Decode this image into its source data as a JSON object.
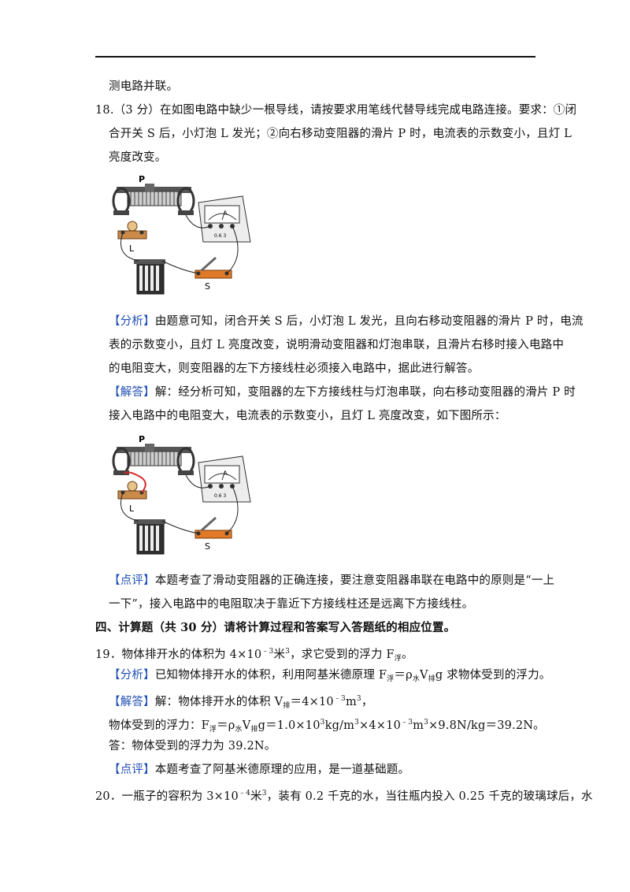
{
  "page": {
    "l1": "测电路并联。",
    "q18": {
      "line1": "18.（3 分）在如图电路中缺少一根导线，请按要求用笔线代替导线完成电路连接。要求：①闭",
      "line2": "合开关 S 后，小灯泡 L 发光；②向右移动变阻器的滑片 P 时，电流表的示数变小，且灯 L",
      "line3": "亮度改变。"
    },
    "fig_labels": {
      "P": "P",
      "L": "L",
      "S": "S",
      "A": "A",
      "scale": "0.6  3"
    },
    "analysis18": {
      "tag": "【分析】",
      "line1": "由题意可知，闭合开关 S 后，小灯泡 L 发光，且向右移动变阻器的滑片 P 时，电流",
      "line2": "表的示数变小，且灯 L 亮度改变，说明滑动变阻器和灯泡串联，且滑片右移时接入电路中",
      "line3": "的电阻变大，则变阻器的左下方接线柱必须接入电路中，据此进行解答。"
    },
    "answer18": {
      "tag": "【解答】",
      "line1": "解：经分析可知，变阻器的左下方接线柱与灯泡串联，向右移动变阻器的滑片 P 时",
      "line2": "接入电路中的电阻变大，电流表的示数变小，且灯 L 亮度改变，如下图所示："
    },
    "comment18": {
      "tag": "【点评】",
      "line1": "本题考查了滑动变阻器的正确连接，要注意变阻器串联在电路中的原则是“一上",
      "line2": "一下”，接入电路中的电阻取决于靠近下方接线柱还是远离下方接线柱。"
    },
    "section4": "四、计算题（共 30 分）请将计算过程和答案写入答题纸的相应位置。",
    "q19": {
      "pre": "19．物体排开水的体积为 4×10",
      "exp": "﹣3",
      "mid": "米",
      "exp2": "3",
      "post": "，求它受到的浮力 F",
      "sub": "浮",
      "end": "。"
    },
    "analysis19": {
      "tag": "【分析】",
      "text1": "已知物体排开水的体积，利用阿基米德原理 F",
      "sub1": "浮",
      "text2": "＝ρ",
      "sub2": "水",
      "text3": "V",
      "sub3": "排",
      "text4": "g 求物体受到的浮力。"
    },
    "answer19": {
      "tag": "【解答】",
      "text1": "解：物体排开水的体积 V",
      "sub1": "排",
      "text2": "＝4×10",
      "sup1": "﹣3",
      "text3": "m",
      "sup2": "3",
      "text4": "，"
    },
    "force19": {
      "text1": "物体受到的浮力：F",
      "sub1": "浮",
      "text2": "＝ρ",
      "sub2": "水",
      "text3": "V",
      "sub3": "排",
      "text4": "g＝1.0×10",
      "sup1": "3",
      "text5": "kg/m",
      "sup2": "3",
      "text6": "×4×10",
      "sup3": "﹣3",
      "text7": "m",
      "sup4": "3",
      "text8": "×9.8N/kg＝39.2N。"
    },
    "reply19": "答：物体受到的浮力为 39.2N。",
    "comment19": {
      "tag": "【点评】",
      "text": "本题考查了阿基米德原理的应用，是一道基础题。"
    },
    "q20": {
      "pre": "20．一瓶子的容积为 3×10",
      "exp": "﹣4",
      "mid": "米",
      "exp2": "3",
      "post": "，装有 0.2 千克的水，当往瓶内投入 0.25 千克的玻璃球后，水"
    },
    "colors": {
      "tag": "#1f4fb5",
      "added_wire": "#d42a2a",
      "board": "#e07a28"
    }
  }
}
